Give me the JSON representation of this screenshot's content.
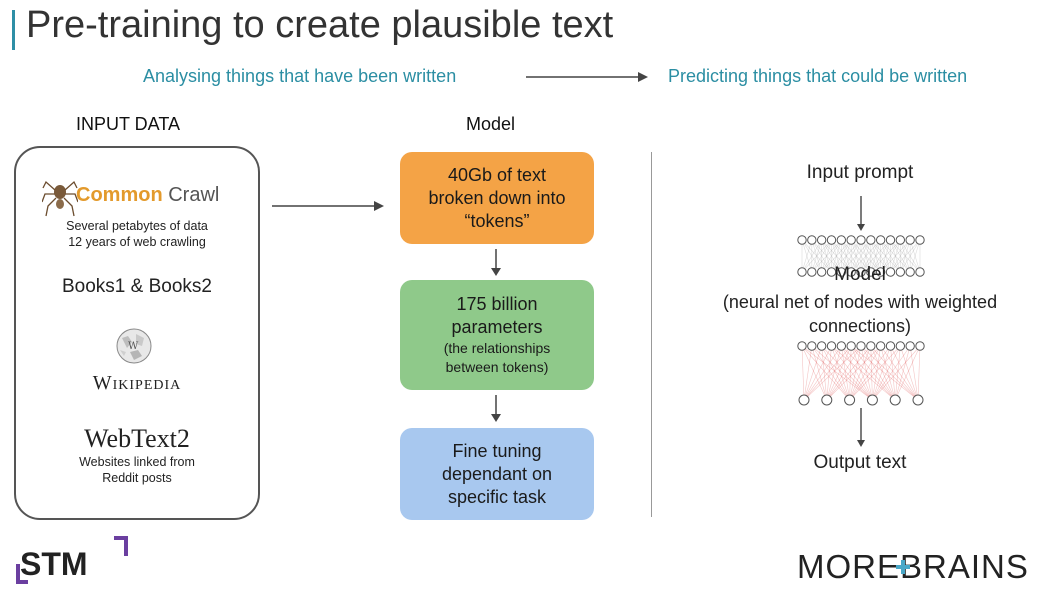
{
  "slide": {
    "title": "Pre-training to create plausible text",
    "subtitle_left": "Analysing things that have been written",
    "subtitle_right": "Predicting things that could be written"
  },
  "input_data": {
    "heading": "INPUT DATA",
    "common_crawl": {
      "name_part1": "Common",
      "name_part2": "Crawl",
      "line1": "Several petabytes of data",
      "line2": "12 years of web crawling"
    },
    "books": "Books1 & Books2",
    "wikipedia": "Wikipedia",
    "webtext": {
      "name": "WebText2",
      "line1": "Websites linked from",
      "line2": "Reddit posts"
    }
  },
  "model": {
    "heading": "Model",
    "box1": {
      "main": "40Gb of text broken down into “tokens”",
      "color": "#f4a346"
    },
    "box2": {
      "main": "175 billion parameters",
      "small": "(the relationships between tokens)",
      "color": "#8fc98a"
    },
    "box3": {
      "main": "Fine tuning dependant on specific task",
      "color": "#a8c8ef"
    }
  },
  "network": {
    "input_label": "Input prompt",
    "model_label": "Model",
    "model_desc": "(neural net of nodes with weighted connections)",
    "output_label": "Output text"
  },
  "logos": {
    "stm": "STM",
    "morebrains_1": "MORE",
    "morebrains_2": "BRAINS",
    "stm_accent": "#6b3fa0",
    "morebrains_accent": "#4aa8c8"
  }
}
